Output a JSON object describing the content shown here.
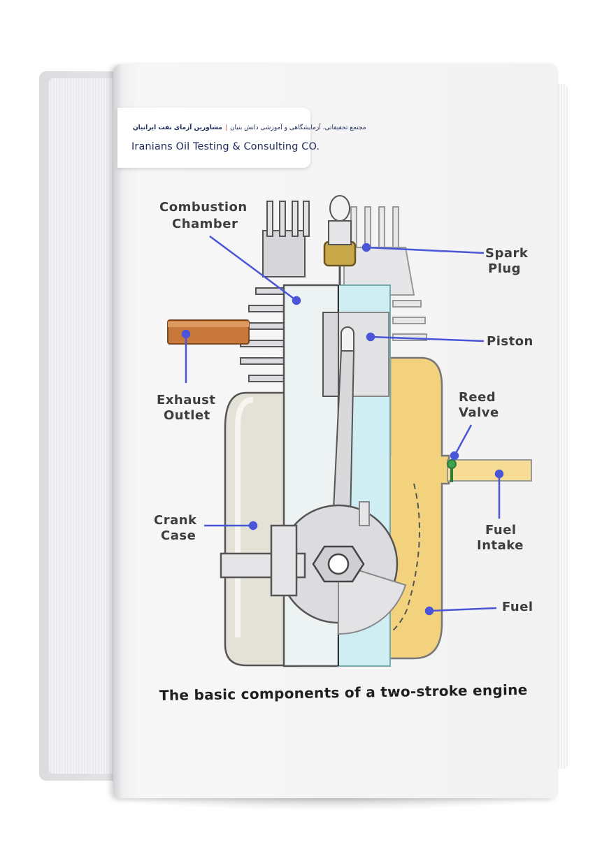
{
  "brand": {
    "persian_bold": "مشاورین آزمای نفت ایرانیان",
    "persian_rest": "مجتمع تحقیقاتی، آزمایشگاهی و آموزشی دانش بنیان",
    "english": "Iranians Oil Testing & Consulting CO."
  },
  "diagram": {
    "labels": {
      "combustion_line1": "Combustion",
      "combustion_line2": "Chamber",
      "spark_line1": "Spark",
      "spark_line2": "Plug",
      "piston": "Piston",
      "exhaust_line1": "Exhaust",
      "exhaust_line2": "Outlet",
      "reed_line1": "Reed",
      "reed_line2": "Valve",
      "crank_line1": "Crank",
      "crank_line2": "Case",
      "fuel_intake_line1": "Fuel",
      "fuel_intake_line2": "Intake",
      "fuel": "Fuel"
    },
    "caption": "The basic components of a two-stroke engine",
    "colors": {
      "pointer": "#4a55d8",
      "fuel": "#f3d27e",
      "exhaust_pipe": "#c8783a",
      "metal": "#d4d4d8",
      "cylinder_glass": "#cfeef4",
      "reed_valve": "#3fa34d"
    }
  }
}
